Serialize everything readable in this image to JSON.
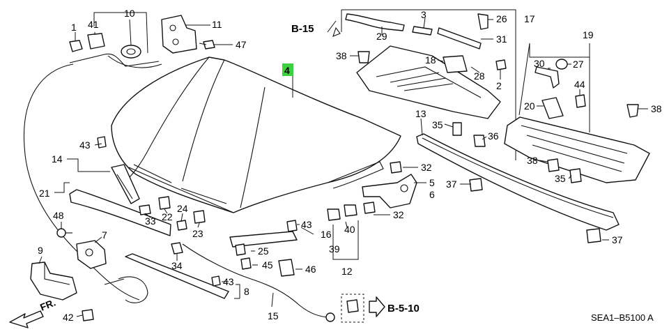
{
  "diagram": {
    "callouts": [
      {
        "id": "c1",
        "text": "1"
      },
      {
        "id": "c41",
        "text": "41"
      },
      {
        "id": "c10",
        "text": "10"
      },
      {
        "id": "c11",
        "text": "11"
      },
      {
        "id": "c47",
        "text": "47"
      },
      {
        "id": "c4",
        "text": "4"
      },
      {
        "id": "c14",
        "text": "14"
      },
      {
        "id": "c43a",
        "text": "43"
      },
      {
        "id": "c21",
        "text": "21"
      },
      {
        "id": "c48",
        "text": "48"
      },
      {
        "id": "c7",
        "text": "7"
      },
      {
        "id": "c9",
        "text": "9"
      },
      {
        "id": "c42",
        "text": "42"
      },
      {
        "id": "c33",
        "text": "33"
      },
      {
        "id": "c22",
        "text": "22"
      },
      {
        "id": "c24",
        "text": "24"
      },
      {
        "id": "c23",
        "text": "23"
      },
      {
        "id": "c34",
        "text": "34"
      },
      {
        "id": "c43b",
        "text": "43"
      },
      {
        "id": "c8",
        "text": "8"
      },
      {
        "id": "c15",
        "text": "15"
      },
      {
        "id": "c25",
        "text": "25"
      },
      {
        "id": "c45",
        "text": "45"
      },
      {
        "id": "c46",
        "text": "46"
      },
      {
        "id": "c43c",
        "text": "43"
      },
      {
        "id": "c16",
        "text": "16"
      },
      {
        "id": "c39",
        "text": "39"
      },
      {
        "id": "c40",
        "text": "40"
      },
      {
        "id": "c12",
        "text": "12"
      },
      {
        "id": "c32a",
        "text": "32"
      },
      {
        "id": "c5",
        "text": "5"
      },
      {
        "id": "c6",
        "text": "6"
      },
      {
        "id": "c32b",
        "text": "32"
      },
      {
        "id": "c38a",
        "text": "38"
      },
      {
        "id": "c29",
        "text": "29"
      },
      {
        "id": "c3",
        "text": "3"
      },
      {
        "id": "c26",
        "text": "26"
      },
      {
        "id": "c17",
        "text": "17"
      },
      {
        "id": "c31",
        "text": "31"
      },
      {
        "id": "c18",
        "text": "18"
      },
      {
        "id": "c28",
        "text": "28"
      },
      {
        "id": "c2",
        "text": "2"
      },
      {
        "id": "c13",
        "text": "13"
      },
      {
        "id": "c35a",
        "text": "35"
      },
      {
        "id": "c36",
        "text": "36"
      },
      {
        "id": "c37a",
        "text": "37"
      },
      {
        "id": "c19",
        "text": "19"
      },
      {
        "id": "c30",
        "text": "30"
      },
      {
        "id": "c27",
        "text": "27"
      },
      {
        "id": "c44",
        "text": "44"
      },
      {
        "id": "c20",
        "text": "20"
      },
      {
        "id": "c38b",
        "text": "38"
      },
      {
        "id": "c38c",
        "text": "38"
      },
      {
        "id": "c35b",
        "text": "35"
      },
      {
        "id": "c37b",
        "text": "37"
      }
    ],
    "ref_top": "B-15",
    "ref_bottom": "B-5-10",
    "front_label": "FR.",
    "drawing_code": "SEA1–B5100 A",
    "colors": {
      "highlight": "#3fd13f",
      "ink": "#111111"
    }
  }
}
